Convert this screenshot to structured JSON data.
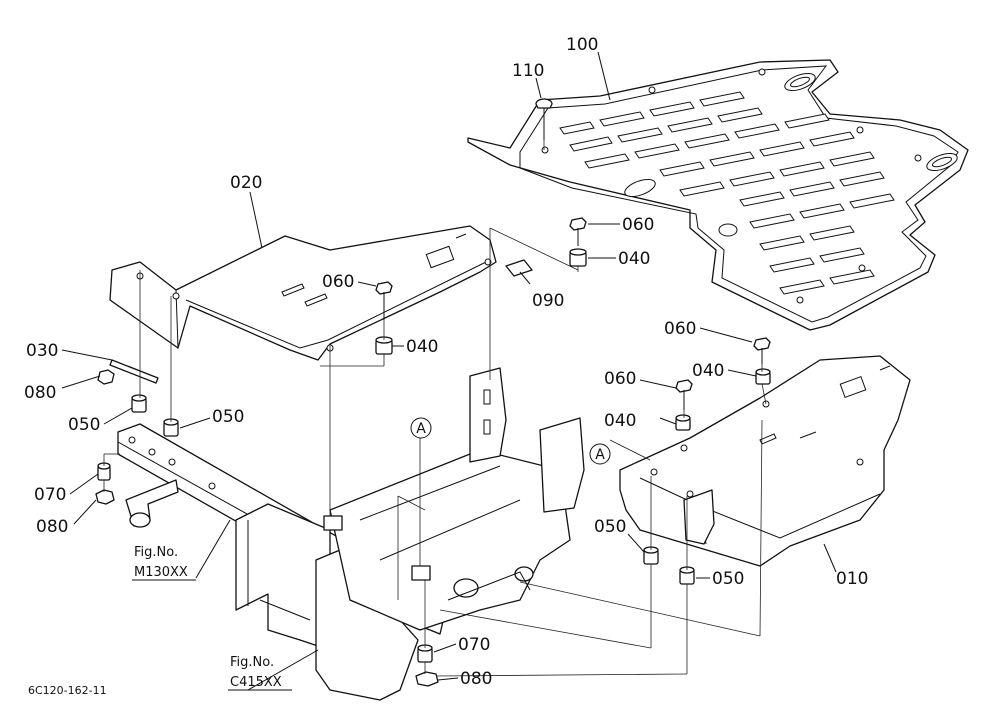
{
  "diagram": {
    "part_labels": [
      {
        "id": "p100",
        "text": "100"
      },
      {
        "id": "p110",
        "text": "110"
      },
      {
        "id": "p020",
        "text": "020"
      },
      {
        "id": "p060a",
        "text": "060"
      },
      {
        "id": "p040a",
        "text": "040"
      },
      {
        "id": "p060b",
        "text": "060"
      },
      {
        "id": "p040b",
        "text": "040"
      },
      {
        "id": "p090",
        "text": "090"
      },
      {
        "id": "p030",
        "text": "030"
      },
      {
        "id": "p080a",
        "text": "080"
      },
      {
        "id": "p050a",
        "text": "050"
      },
      {
        "id": "p050b",
        "text": "050"
      },
      {
        "id": "p070a",
        "text": "070"
      },
      {
        "id": "p080b",
        "text": "080"
      },
      {
        "id": "p060c",
        "text": "060"
      },
      {
        "id": "p040c",
        "text": "040"
      },
      {
        "id": "p060d",
        "text": "060"
      },
      {
        "id": "p040d",
        "text": "040"
      },
      {
        "id": "p050c",
        "text": "050"
      },
      {
        "id": "p050d",
        "text": "050"
      },
      {
        "id": "p010",
        "text": "010"
      },
      {
        "id": "p070b",
        "text": "070"
      },
      {
        "id": "p080c",
        "text": "080"
      }
    ],
    "reference_marks": [
      "A",
      "A"
    ],
    "figure_refs": [
      {
        "line1": "Fig.No.",
        "line2": "M130XX"
      },
      {
        "line1": "Fig.No.",
        "line2": "C415XX"
      }
    ],
    "drawing_code": "6C120-162-11"
  }
}
